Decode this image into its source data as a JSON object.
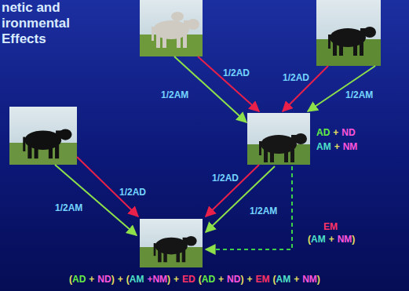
{
  "diagram": {
    "title": "netic and ironmental Effects",
    "labels": [
      "1/2AD",
      "1/2AM",
      "1/2AD",
      "1/2AM",
      "AD",
      "+",
      "ND",
      "AM",
      "+",
      "NM",
      "1/2AD",
      "1/2AM",
      "1/2AD",
      "1/2AM",
      "EM",
      "(",
      "AM",
      "+",
      "NM",
      ")",
      "(",
      "AD",
      "+",
      "ND",
      ")",
      "+",
      "(",
      "AM",
      "+NM",
      ")",
      "+",
      "ED",
      "(",
      "AD",
      "+",
      "ND",
      ")",
      "+",
      "EM",
      "(",
      "AM",
      "+",
      "NM",
      ")"
    ]
  }
}
